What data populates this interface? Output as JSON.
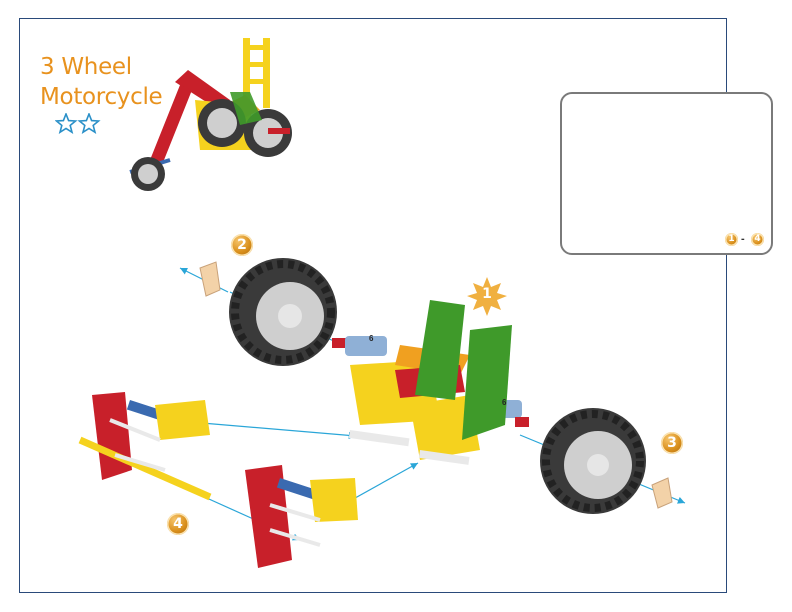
{
  "title": {
    "line1": "3 Wheel",
    "line2": "Motorcycle"
  },
  "difficulty_stars": 2,
  "steps": {
    "step1": "1",
    "step2": "2",
    "step3": "3",
    "step4": "4",
    "inset_from": "1",
    "inset_separator": "-",
    "inset_to": "4"
  },
  "quantities": {
    "spring_left": "6",
    "spring_right": "6"
  },
  "colors": {
    "title": "#e8921e",
    "frame": "#2a4a7a",
    "arrow": "#2aa6d8",
    "star_outline": "#2a90c8",
    "red_part": "#c8202a",
    "yellow_part": "#f5d21e",
    "green_part": "#3f9a2a",
    "blue_rod": "#3a6ab0",
    "orange_part": "#f0a020",
    "tire": "#3a3a3a",
    "rim": "#cfcfcf"
  }
}
